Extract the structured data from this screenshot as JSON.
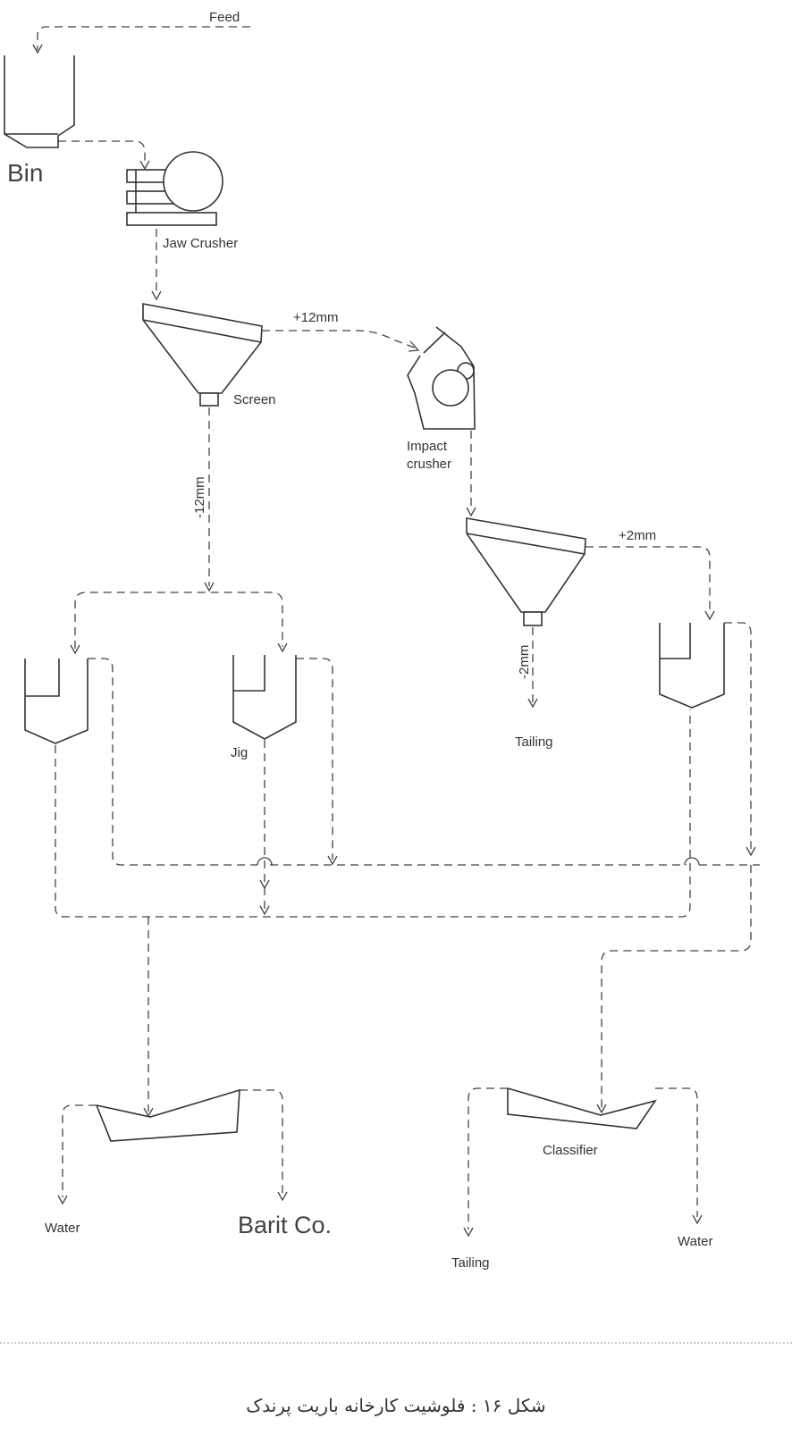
{
  "labels": {
    "feed": "Feed",
    "bin": "Bin",
    "jaw_crusher": "Jaw Crusher",
    "plus12": "+12mm",
    "screen": "Screen",
    "impact_line1": "Impact",
    "impact_line2": "crusher",
    "minus12": "-12mm",
    "plus2": "+2mm",
    "minus2": "-2mm",
    "tailing_top": "Tailing",
    "jig": "Jig",
    "water_left": "Water",
    "barit": "Barit Co.",
    "classifier": "Classifier",
    "tailing_bottom": "Tailing",
    "water_right": "Water"
  },
  "caption": "شکل ۱۶ : فلوشیت کارخانه باریت پرندک"
}
